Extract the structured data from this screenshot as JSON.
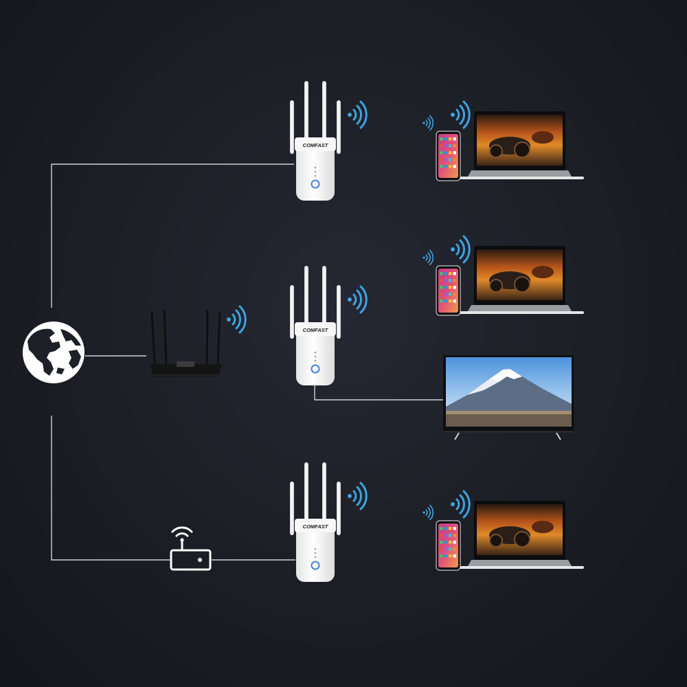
{
  "colors": {
    "background": "#1e2027",
    "connector_line": "#cfd1d6",
    "wifi_signal": "#3fa3e0",
    "device_white": "#f4f4f4",
    "router_black": "#1a1a1a",
    "led_blue": "#3f84d8"
  },
  "diagram": {
    "nodes": [
      {
        "id": "internet",
        "icon": "globe-icon"
      },
      {
        "id": "main-router",
        "icon": "router-icon"
      },
      {
        "id": "modem",
        "icon": "wifi-modem-icon"
      },
      {
        "id": "extender-top",
        "icon": "wifi-extender",
        "brand": "COMFAST"
      },
      {
        "id": "extender-middle",
        "icon": "wifi-extender",
        "brand": "COMFAST"
      },
      {
        "id": "extender-bottom",
        "icon": "wifi-extender",
        "brand": "COMFAST"
      },
      {
        "id": "laptop-phone-top",
        "icon": "laptop-and-phone"
      },
      {
        "id": "laptop-phone-middle",
        "icon": "laptop-and-phone"
      },
      {
        "id": "smart-tv",
        "icon": "tv-icon"
      },
      {
        "id": "laptop-phone-bottom",
        "icon": "laptop-and-phone"
      }
    ],
    "edges": [
      {
        "from": "internet",
        "to": "extender-top",
        "type": "wired"
      },
      {
        "from": "internet",
        "to": "main-router",
        "type": "wired"
      },
      {
        "from": "internet",
        "to": "modem",
        "type": "wired"
      },
      {
        "from": "modem",
        "to": "extender-bottom",
        "type": "wired"
      },
      {
        "from": "main-router",
        "to": "extender-middle",
        "type": "wireless"
      },
      {
        "from": "extender-top",
        "to": "laptop-phone-top",
        "type": "wireless"
      },
      {
        "from": "extender-middle",
        "to": "laptop-phone-middle",
        "type": "wireless"
      },
      {
        "from": "extender-middle",
        "to": "smart-tv",
        "type": "wired"
      },
      {
        "from": "extender-bottom",
        "to": "laptop-phone-bottom",
        "type": "wireless"
      }
    ]
  }
}
